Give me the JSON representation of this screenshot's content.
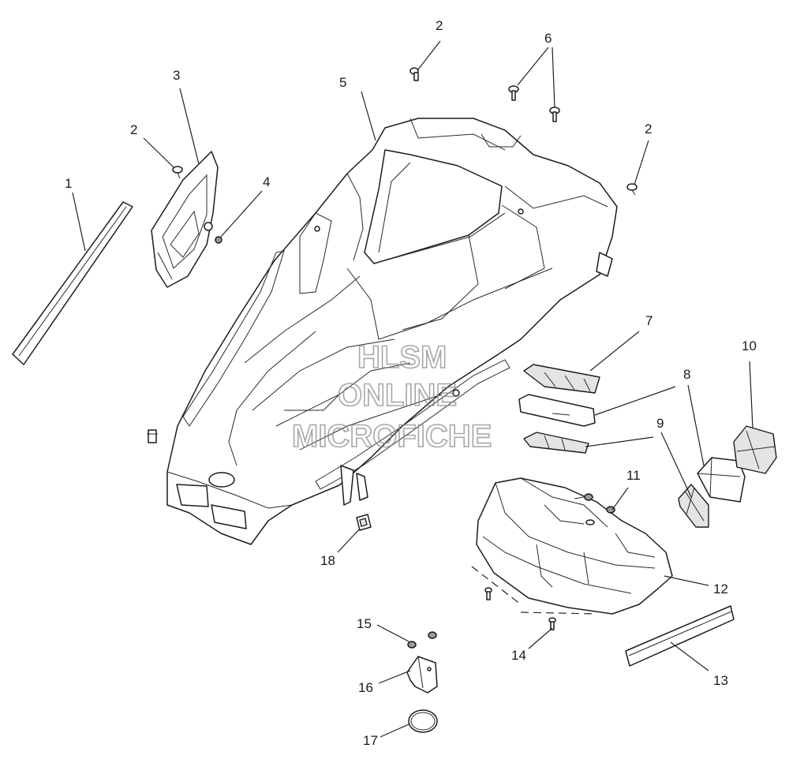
{
  "watermark": {
    "line1": "HLSM",
    "line2": "ONLINE",
    "line3": "MICROFICHE"
  },
  "callouts": [
    {
      "id": "c1",
      "label": "1"
    },
    {
      "id": "c2a",
      "label": "2"
    },
    {
      "id": "c2b",
      "label": "2"
    },
    {
      "id": "c2c",
      "label": "2"
    },
    {
      "id": "c3",
      "label": "3"
    },
    {
      "id": "c4",
      "label": "4"
    },
    {
      "id": "c5",
      "label": "5"
    },
    {
      "id": "c6",
      "label": "6"
    },
    {
      "id": "c7",
      "label": "7"
    },
    {
      "id": "c8",
      "label": "8"
    },
    {
      "id": "c9",
      "label": "9"
    },
    {
      "id": "c10",
      "label": "10"
    },
    {
      "id": "c11",
      "label": "11"
    },
    {
      "id": "c12",
      "label": "12"
    },
    {
      "id": "c13",
      "label": "13"
    },
    {
      "id": "c14",
      "label": "14"
    },
    {
      "id": "c15",
      "label": "15"
    },
    {
      "id": "c16",
      "label": "16"
    },
    {
      "id": "c17",
      "label": "17"
    },
    {
      "id": "c18",
      "label": "18"
    }
  ]
}
